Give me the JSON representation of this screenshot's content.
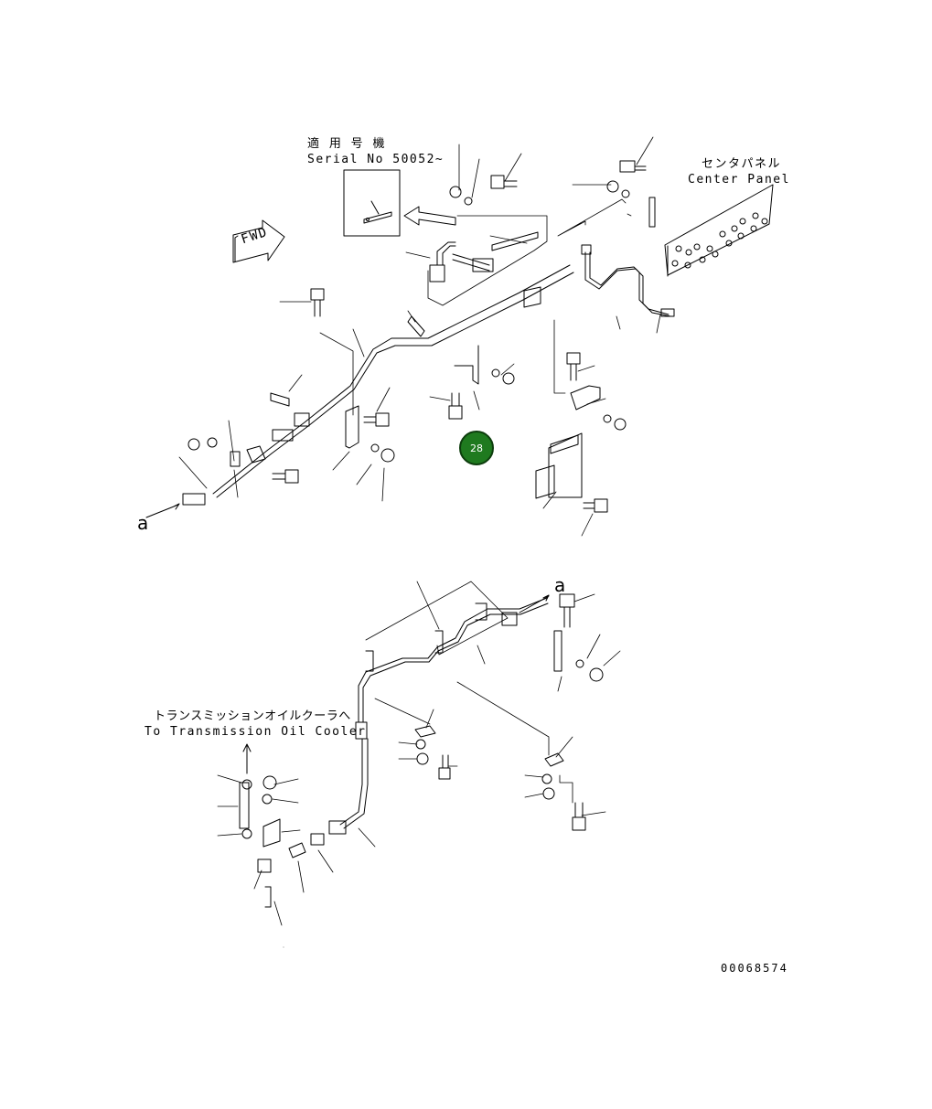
{
  "serial_note": {
    "jp": "適 用 号 機",
    "en": "Serial No 50052~"
  },
  "center_panel": {
    "jp": "センタパネル",
    "en": "Center Panel"
  },
  "transmission": {
    "jp": "トランスミッションオイルクーラへ",
    "en": "To Transmission Oil Cooler"
  },
  "fwd_label": "FWD",
  "connection_label": "a",
  "figure_badge": "28",
  "drawing_number": "00068574",
  "colors": {
    "line": "#000000",
    "badge_fill": "#1f7a1f",
    "badge_text": "#ffffff"
  }
}
